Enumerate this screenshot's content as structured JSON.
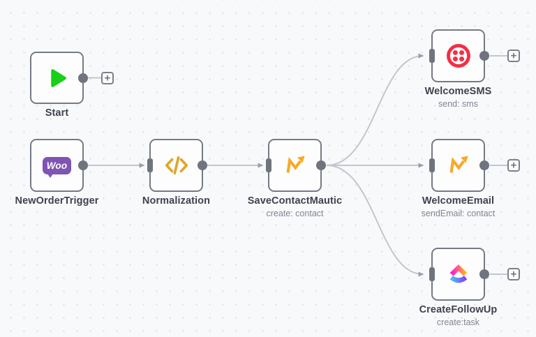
{
  "app": "workflow-editor-canvas",
  "ui": {
    "plus_label": "+"
  },
  "colors": {
    "canvas_bg": "#f8f9fb",
    "grid_dot": "#e2e4eb",
    "node_border": "#757a84",
    "node_bg": "#fdfdfe",
    "connector": "#6f747e",
    "edge": "#c3c6cd",
    "label_text": "#3d424e",
    "subtitle_text": "#7f8591",
    "start_green": "#17d117",
    "woocommerce_purple": "#7f54b3",
    "code_yellow": "#dfa62f",
    "mautic_orange": "#f7a928",
    "twilio_red": "#f22f46",
    "clickup_gradient_top": [
      "#ff02f0",
      "#ffc800"
    ],
    "clickup_gradient_bottom": [
      "#49ccf9",
      "#8930fd"
    ]
  },
  "nodes": {
    "start": {
      "label": "Start",
      "icon": "play-icon"
    },
    "new_order_trigger": {
      "label": "NewOrderTrigger",
      "icon": "woocommerce-icon"
    },
    "normalization": {
      "label": "Normalization",
      "icon": "code-icon"
    },
    "save_contact_mautic": {
      "label": "SaveContactMautic",
      "subtitle": "create: contact",
      "icon": "mautic-icon"
    },
    "welcome_sms": {
      "label": "WelcomeSMS",
      "subtitle": "send: sms",
      "icon": "twilio-icon"
    },
    "welcome_email": {
      "label": "WelcomeEmail",
      "subtitle": "sendEmail: contact",
      "icon": "mautic-icon"
    },
    "create_follow_up": {
      "label": "CreateFollowUp",
      "subtitle": "create:task",
      "icon": "clickup-icon"
    }
  },
  "icons": {
    "woocommerce": {
      "text": "Woo"
    }
  },
  "connections": [
    {
      "from": "new_order_trigger",
      "to": "normalization"
    },
    {
      "from": "normalization",
      "to": "save_contact_mautic"
    },
    {
      "from": "save_contact_mautic",
      "to": "welcome_sms"
    },
    {
      "from": "save_contact_mautic",
      "to": "welcome_email"
    },
    {
      "from": "save_contact_mautic",
      "to": "create_follow_up"
    }
  ]
}
